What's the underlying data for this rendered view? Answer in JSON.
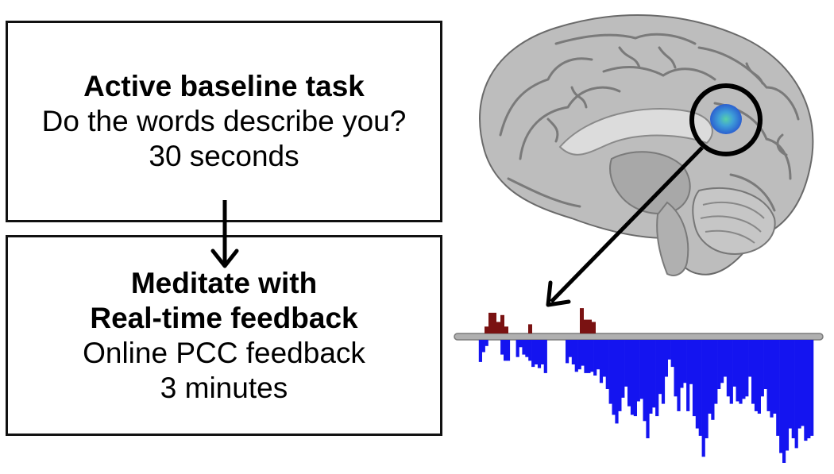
{
  "steps": [
    {
      "title": "Active baseline task",
      "lines": [
        "Do the words describe you?",
        "30 seconds"
      ]
    },
    {
      "title_lines": [
        "Meditate with",
        "Real-time feedback"
      ],
      "lines": [
        "Online PCC feedback",
        "3 minutes"
      ]
    }
  ],
  "colors": {
    "border": "#111111",
    "brain_gray": "#b9b9b9",
    "pcc_highlight": "#3fa0d8",
    "feedback_positive": "#7a1212",
    "feedback_negative": "#1414f0",
    "baseline_bar": "#a9a9a9"
  },
  "icons": [
    "brain-sagittal-image",
    "pcc-circle-marker",
    "down-arrow-icon",
    "pointer-arrow-icon"
  ],
  "feedback_signal": {
    "positive": [
      3,
      9,
      9,
      5,
      8,
      3,
      0,
      0,
      0,
      0,
      0,
      4,
      0,
      0,
      0,
      0,
      0,
      0,
      0,
      0,
      0,
      0,
      0,
      0,
      11,
      6,
      6,
      5
    ],
    "negative": [
      0,
      0,
      18,
      10,
      5,
      0,
      0,
      0,
      0,
      12,
      17,
      17,
      0,
      0,
      14,
      6,
      12,
      14,
      17,
      22,
      20,
      23,
      20,
      27,
      0,
      0,
      0,
      0,
      0,
      0,
      19,
      14,
      20,
      26,
      24,
      21,
      27,
      27,
      26,
      29,
      24,
      35,
      30,
      40,
      52,
      61,
      68,
      58,
      47,
      38,
      54,
      61,
      62,
      50,
      48,
      66,
      80,
      60,
      55,
      62,
      44,
      52,
      30,
      16,
      22,
      46,
      58,
      39,
      35,
      58,
      36,
      62,
      72,
      78,
      95,
      80,
      60,
      65,
      52,
      40,
      35,
      30,
      46,
      52,
      38,
      50,
      52,
      48,
      46,
      30,
      52,
      58,
      60,
      46,
      40,
      58,
      63,
      60,
      78,
      92,
      100,
      90,
      72,
      80,
      88,
      72,
      70,
      82,
      80,
      78
    ]
  }
}
